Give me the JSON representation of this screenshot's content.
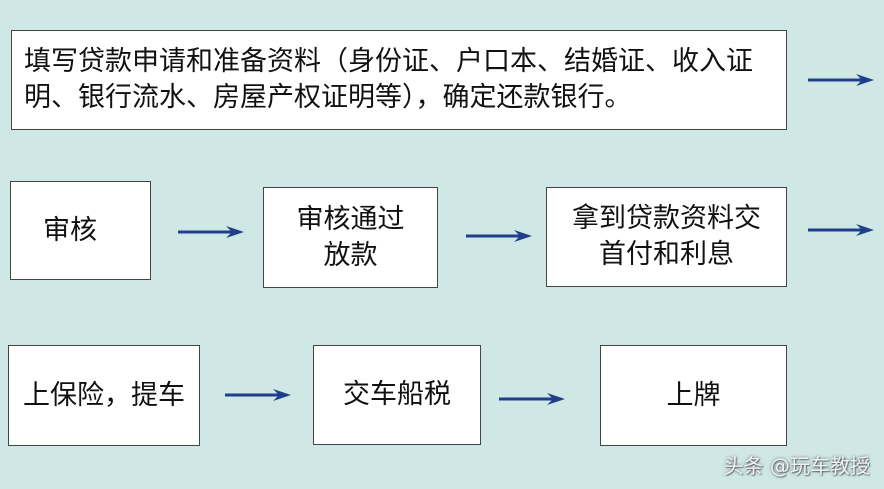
{
  "diagram": {
    "row1": {
      "step1": "填写贷款申请和准备资料（身份证、户口本、结婚证、收入证明、银行流水、房屋产权证明等），确定还款银行。"
    },
    "row2": {
      "step2": "审核",
      "step3": "审核通过放款",
      "step4": "拿到贷款资料交首付和利息"
    },
    "row3": {
      "step5": "上保险，提车",
      "step6": "交车船税",
      "step7": "上牌"
    },
    "arrow_color": "#1f3f8a"
  },
  "watermark": "头条 @玩车教授"
}
